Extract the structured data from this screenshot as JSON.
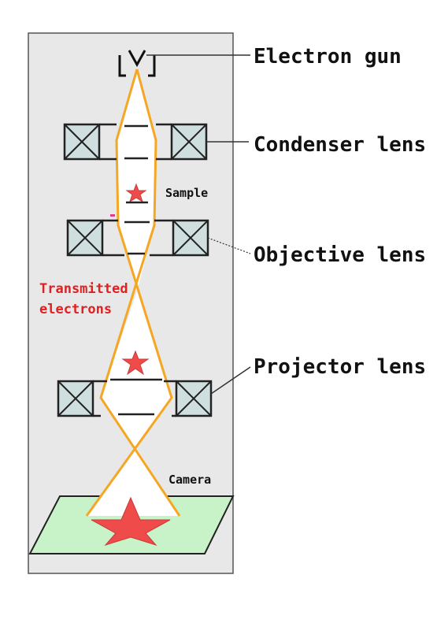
{
  "labels": {
    "electron_gun": "Electron gun",
    "condenser_lens": "Condenser lens",
    "objective_lens": "Objective lens",
    "projector_lens": "Projector lens",
    "sample": "Sample",
    "camera": "Camera",
    "transmitted_line1": "Transmitted",
    "transmitted_line2": "electrons"
  },
  "colors": {
    "beam": "#f5a623",
    "star": "#ef4b4b",
    "transmitted_text": "#e02020",
    "column_bg": "#e8e8e8",
    "screen": "#c8f2c8",
    "lens_fill": "#cfdede"
  }
}
